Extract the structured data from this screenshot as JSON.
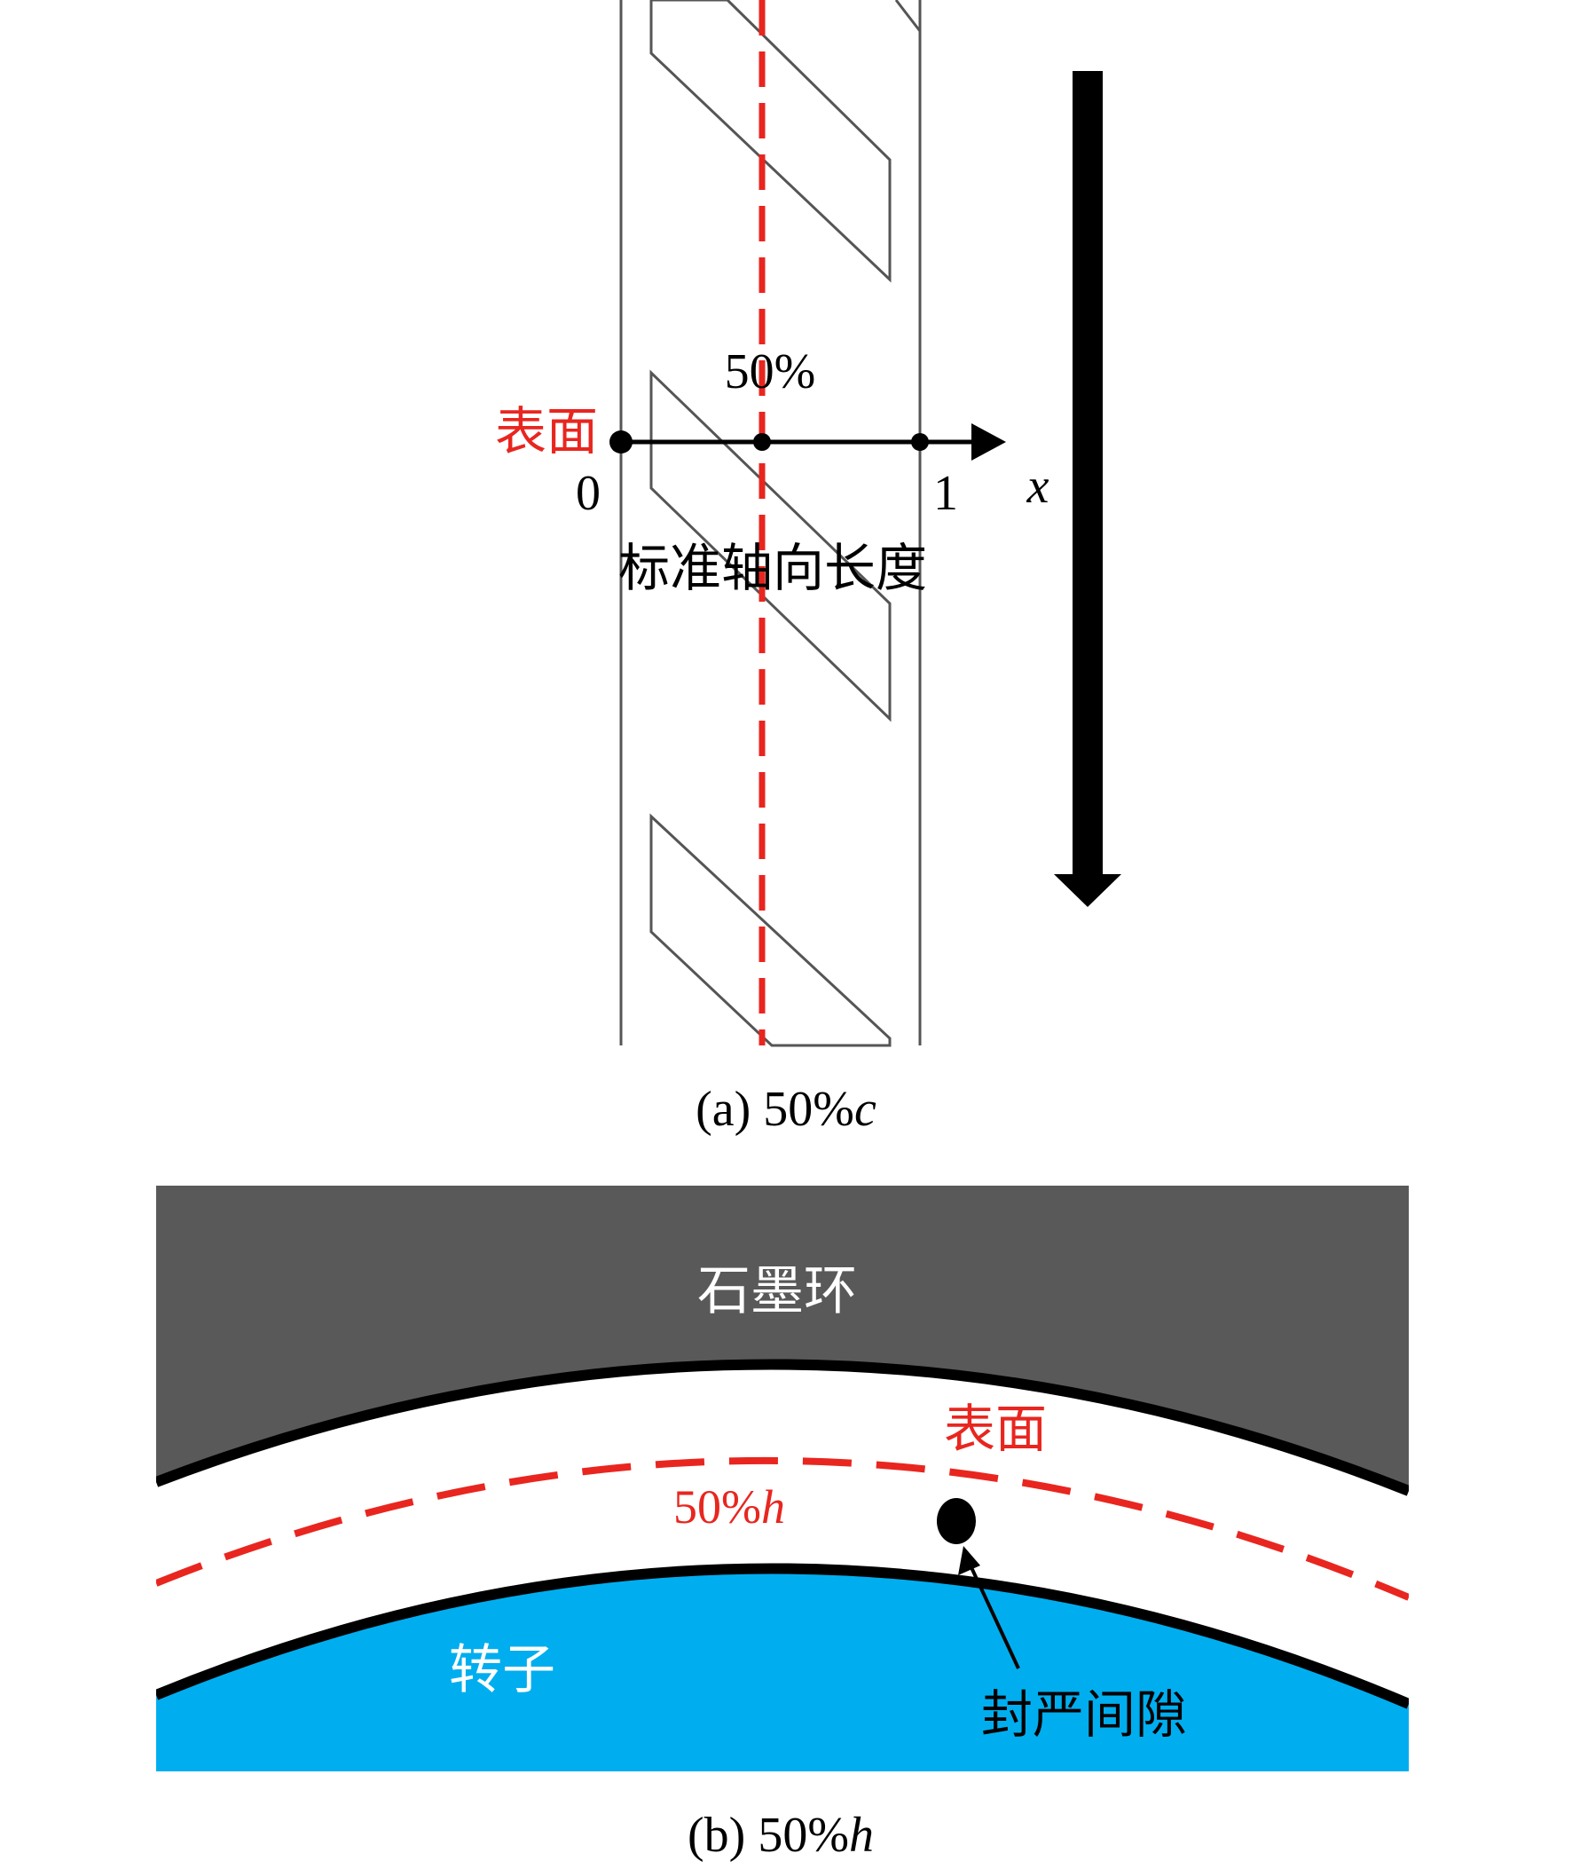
{
  "panel_a": {
    "surface_label": "表面",
    "percent_label": "50%",
    "tick_start": "0",
    "tick_end": "1",
    "axis_var": "x",
    "axis_title": "标准轴向长度",
    "caption_prefix": "(a) 50%",
    "caption_var": "c"
  },
  "panel_b": {
    "graphite_label": "石墨环",
    "surface_label": "表面",
    "percent_label_prefix": "50%",
    "percent_label_var": "h",
    "rotor_label": "转子",
    "gap_label": "封严间隙",
    "caption_prefix": "(b) 50%",
    "caption_var": "h"
  },
  "colors": {
    "red_dashed": "#e8261f",
    "red_label": "#e8261f",
    "graphite": "#595959",
    "rotor": "#00aeef",
    "outline": "#000000",
    "groove_line": "#555555"
  }
}
